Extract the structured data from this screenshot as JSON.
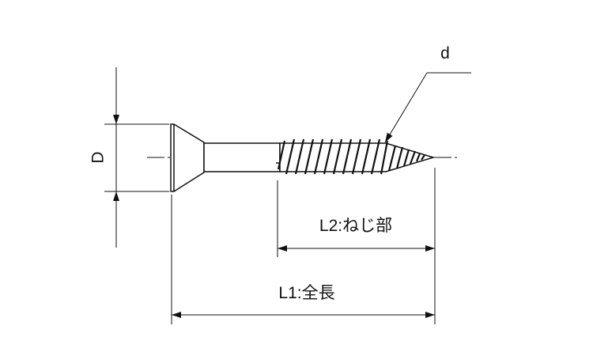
{
  "labels": {
    "diameter_head": "D",
    "diameter_thread": "d",
    "thread_length": "L2:ねじ部",
    "total_length": "L1:全長"
  },
  "colors": {
    "line": "#111111",
    "background": "#ffffff"
  }
}
